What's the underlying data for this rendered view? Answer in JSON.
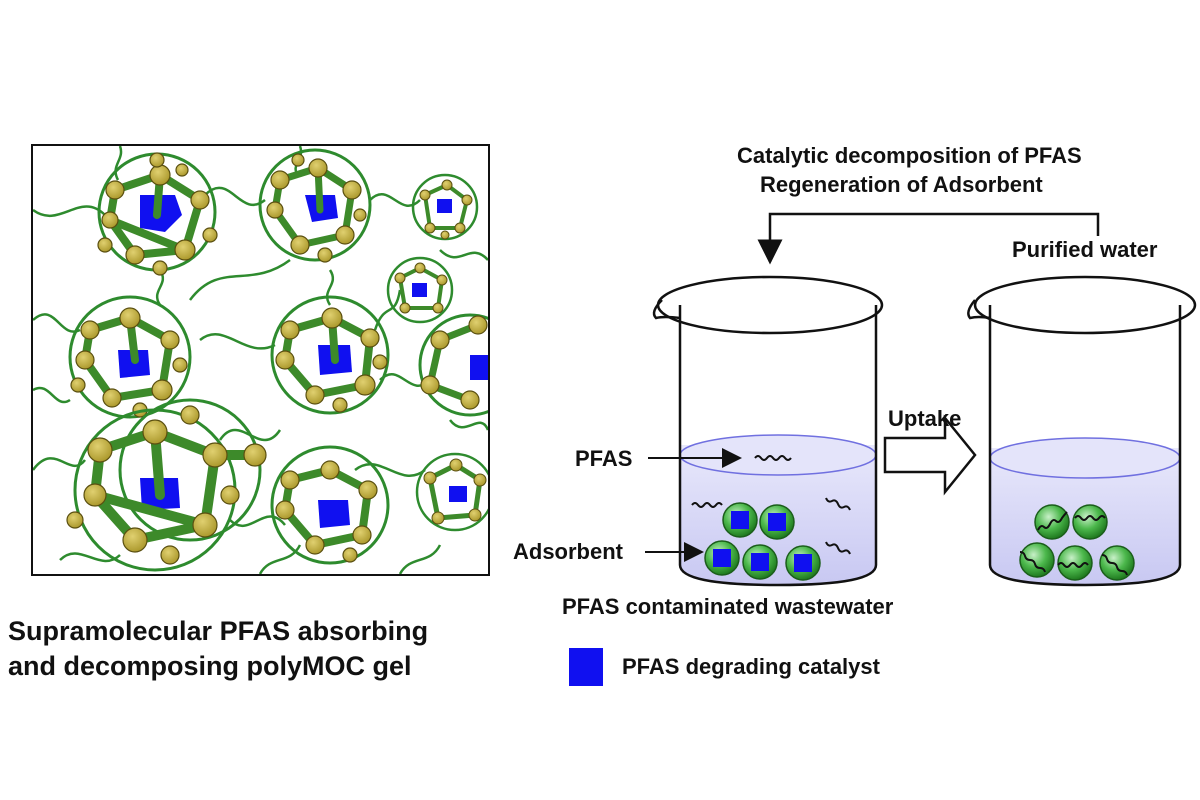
{
  "left_panel": {
    "caption_line1": "Supramolecular PFAS absorbing",
    "caption_line2": "and decomposing polyMOC gel"
  },
  "right_panel": {
    "cycle_line1": "Catalytic decomposition of PFAS",
    "cycle_line2": "Regeneration of Adsorbent",
    "purified_label": "Purified water",
    "uptake_label": "Uptake",
    "pfas_label": "PFAS",
    "adsorbent_label": "Adsorbent",
    "beaker_caption": "PFAS contaminated wastewater"
  },
  "legend": {
    "catalyst_label": "PFAS degrading catalyst",
    "catalyst_color": "#1010f0"
  },
  "colors": {
    "strand_green": "#2e8b2e",
    "node_olive": "#b9a533",
    "liquid": "#dcdcf8",
    "sphere_green": "#3cb043"
  }
}
